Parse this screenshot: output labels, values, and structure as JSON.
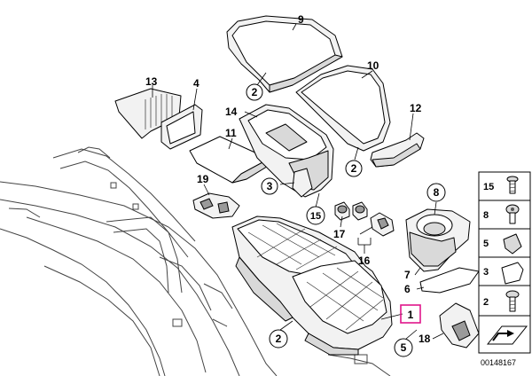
{
  "diagram": {
    "reference_number": "00148167",
    "labels": [
      {
        "id": "9",
        "text": "9"
      },
      {
        "id": "10",
        "text": "10"
      },
      {
        "id": "13",
        "text": "13"
      },
      {
        "id": "4",
        "text": "4"
      },
      {
        "id": "14",
        "text": "14"
      },
      {
        "id": "2a",
        "text": "2"
      },
      {
        "id": "12",
        "text": "12"
      },
      {
        "id": "11",
        "text": "11"
      },
      {
        "id": "2b",
        "text": "2"
      },
      {
        "id": "19",
        "text": "19"
      },
      {
        "id": "3",
        "text": "3"
      },
      {
        "id": "8",
        "text": "8"
      },
      {
        "id": "15",
        "text": "15"
      },
      {
        "id": "17",
        "text": "17"
      },
      {
        "id": "16",
        "text": "16"
      },
      {
        "id": "7",
        "text": "7"
      },
      {
        "id": "6",
        "text": "6"
      },
      {
        "id": "1",
        "text": "1"
      },
      {
        "id": "2c",
        "text": "2"
      },
      {
        "id": "5",
        "text": "5"
      },
      {
        "id": "18",
        "text": "18"
      }
    ],
    "legend": [
      {
        "id": "15",
        "text": "15"
      },
      {
        "id": "8",
        "text": "8"
      },
      {
        "id": "5",
        "text": "5"
      },
      {
        "id": "3",
        "text": "3"
      },
      {
        "id": "2",
        "text": "2"
      }
    ]
  }
}
